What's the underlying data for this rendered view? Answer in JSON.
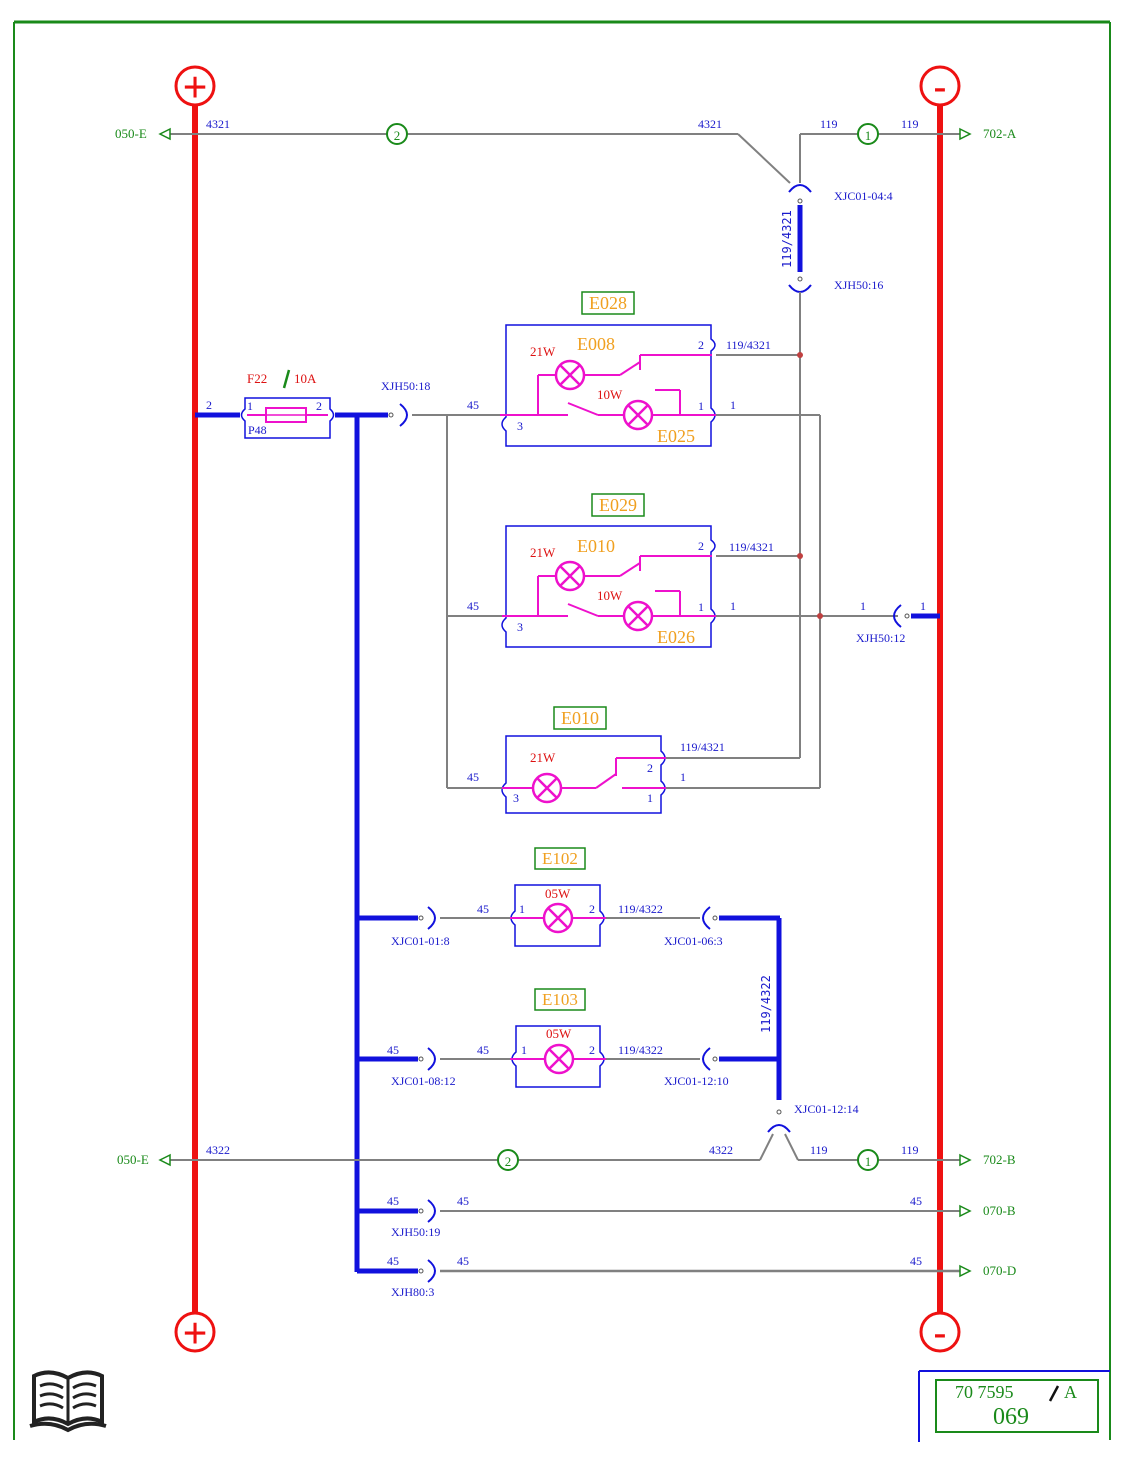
{
  "rails": {
    "plus_symbol": "+",
    "minus_symbol": "-"
  },
  "left_refs": {
    "top": "050-E",
    "bottom": "050-E"
  },
  "right_refs": {
    "r1": "702-A",
    "r2": "702-B",
    "r3": "070-B",
    "r4": "070-D"
  },
  "wires": {
    "w4321": "4321",
    "w4322": "4322",
    "w119": "119",
    "w45": "45",
    "w119_4321": "119/4321",
    "w119_4322": "119/4322",
    "w1": "1",
    "w2": "2"
  },
  "nodes": {
    "n1": "1",
    "n2": "2"
  },
  "connectors": {
    "xjc01_04_4": "XJC01-04:4",
    "xjh50_16": "XJH50:16",
    "xjh50_18": "XJH50:18",
    "xjh50_12": "XJH50:12",
    "xjc01_01_8": "XJC01-01:8",
    "xjc01_06_3": "XJC01-06:3",
    "xjc01_08_12": "XJC01-08:12",
    "xjc01_12_10": "XJC01-12:10",
    "xjc01_12_14": "XJC01-12:14",
    "xjh50_19": "XJH50:19",
    "xjh80_3": "XJH80:3"
  },
  "fuse": {
    "name": "F22",
    "rating": "10A",
    "holder": "P48"
  },
  "components": {
    "e028": "E028",
    "e029": "E029",
    "e010_box": "E010",
    "e102": "E102",
    "e103": "E103",
    "e008": "E008",
    "e025": "E025",
    "e010": "E010",
    "e026": "E026"
  },
  "ratings": {
    "w21": "21W",
    "w10": "10W",
    "w05": "05W"
  },
  "pins": {
    "p1": "1",
    "p2": "2",
    "p3": "3"
  },
  "title_block": {
    "doc_number": "70 7595",
    "revision": "A",
    "page": "069"
  },
  "icons": {
    "book": "book-icon"
  },
  "colors": {
    "frame": "#1a8a1a",
    "plus_rail": "#ee1111",
    "wire_blue": "#1111dd",
    "wire_grey": "#808080",
    "lamp": "#ee11cc",
    "label_orange": "#f0a020"
  }
}
